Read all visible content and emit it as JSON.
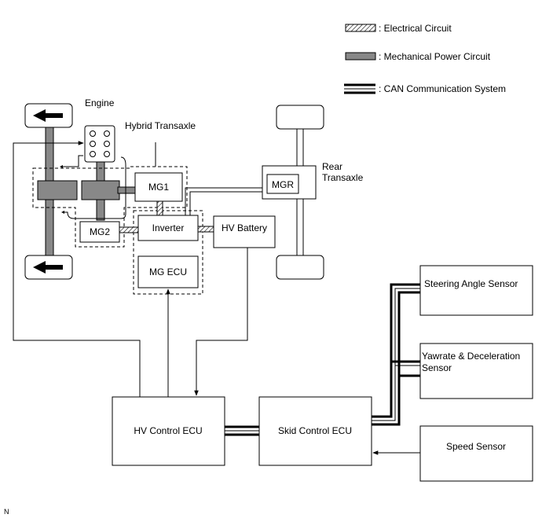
{
  "legend": {
    "electrical": ": Electrical Circuit",
    "mechanical": ": Mechanical Power Circuit",
    "can": ": CAN Communication System"
  },
  "labels": {
    "engine": "Engine",
    "hybrid_transaxle": "Hybrid Transaxle",
    "rear_transaxle_1": "Rear",
    "rear_transaxle_2": "Transaxle",
    "footer_code": "N"
  },
  "components": {
    "mg1": "MG1",
    "mg2": "MG2",
    "mgr": "MGR",
    "inverter": "Inverter",
    "hv_battery": "HV Battery",
    "mg_ecu": "MG ECU",
    "hv_control_ecu": "HV Control ECU",
    "skid_control_ecu": "Skid Control ECU",
    "steering_angle_sensor": "Steering Angle Sensor",
    "yawrate_sensor_1": "Yawrate & Deceleration",
    "yawrate_sensor_2": "Sensor",
    "speed_sensor": "Speed Sensor"
  }
}
